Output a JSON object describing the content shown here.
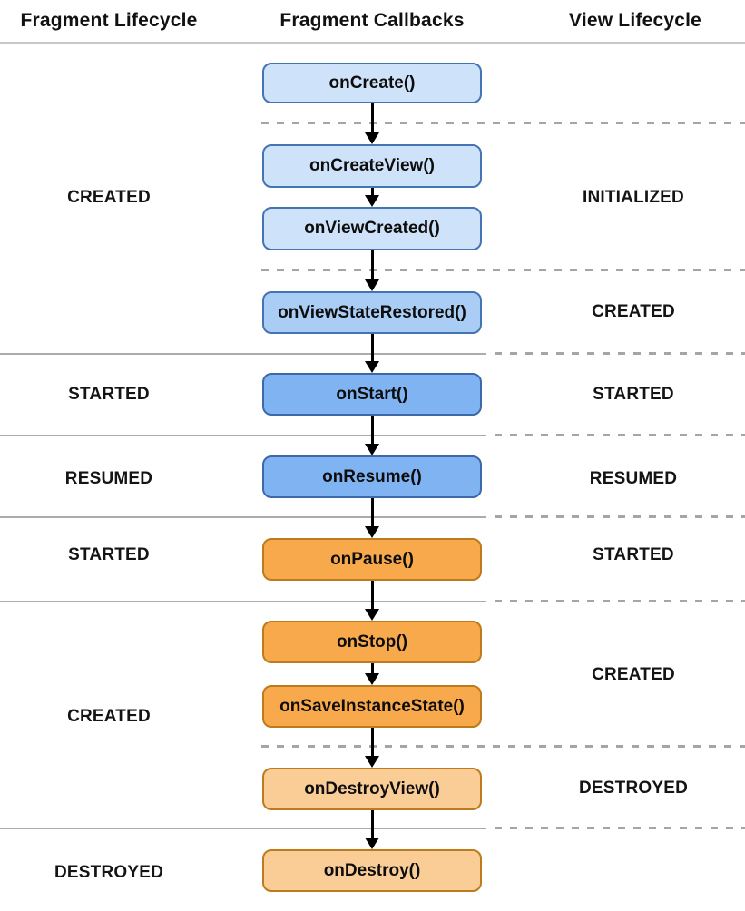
{
  "header": {
    "fragment_lifecycle": "Fragment Lifecycle",
    "fragment_callbacks": "Fragment Callbacks",
    "view_lifecycle": "View Lifecycle"
  },
  "callbacks": [
    {
      "label": "onCreate()"
    },
    {
      "label": "onCreateView()"
    },
    {
      "label": "onViewCreated()"
    },
    {
      "label": "onViewStateRestored()"
    },
    {
      "label": "onStart()"
    },
    {
      "label": "onResume()"
    },
    {
      "label": "onPause()"
    },
    {
      "label": "onStop()"
    },
    {
      "label": "onSaveInstanceState()"
    },
    {
      "label": "onDestroyView()"
    },
    {
      "label": "onDestroy()"
    }
  ],
  "fragment_states": [
    {
      "label": "CREATED"
    },
    {
      "label": "STARTED"
    },
    {
      "label": "RESUMED"
    },
    {
      "label": "STARTED"
    },
    {
      "label": "CREATED"
    },
    {
      "label": "DESTROYED"
    }
  ],
  "view_states": [
    {
      "label": "INITIALIZED"
    },
    {
      "label": "CREATED"
    },
    {
      "label": "STARTED"
    },
    {
      "label": "RESUMED"
    },
    {
      "label": "STARTED"
    },
    {
      "label": "CREATED"
    },
    {
      "label": "DESTROYED"
    }
  ],
  "colors": {
    "callback_light_blue_fill": "#cee2fa",
    "callback_mid_light_blue_fill": "#a9cdf4",
    "callback_medium_blue_fill": "#80b3f1",
    "blue_border": "#4574b4",
    "callback_orange_fill": "#f7a94b",
    "callback_light_orange_fill": "#facd97",
    "orange_border": "#be7b1d",
    "arrow": "#000000",
    "solid_divider": "#acacac",
    "dashed_divider": "#a5a5a5",
    "header_divider": "#c8c8c8",
    "text": "#111111",
    "background": "#ffffff"
  }
}
